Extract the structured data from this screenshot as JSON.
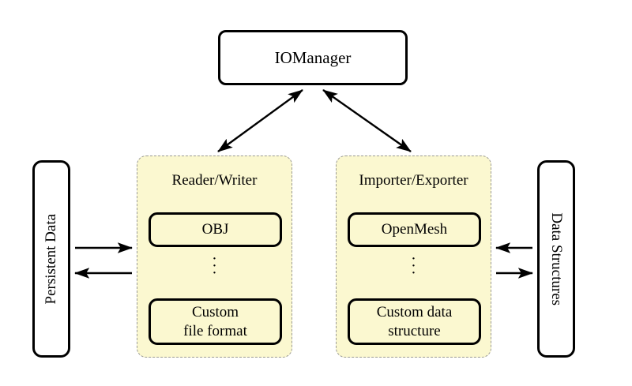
{
  "diagram": {
    "title_node": {
      "label": "IOManager"
    },
    "left_side_node": {
      "label": "Persistent Data"
    },
    "right_side_node": {
      "label": "Data Structures"
    },
    "groups": [
      {
        "name": "reader-writer",
        "title": "Reader/Writer",
        "items": [
          {
            "label": "OBJ"
          },
          {
            "label": "⋮"
          },
          {
            "label_line1": "Custom",
            "label_line2": "file format"
          }
        ]
      },
      {
        "name": "importer-exporter",
        "title": "Importer/Exporter",
        "items": [
          {
            "label": "OpenMesh"
          },
          {
            "label": "⋮"
          },
          {
            "label_line1": "Custom data",
            "label_line2": "structure"
          }
        ]
      }
    ],
    "connectors": [
      {
        "name": "manager-to-reader-writer",
        "style": "double-headed"
      },
      {
        "name": "manager-to-importer-exporter",
        "style": "double-headed"
      },
      {
        "name": "persistent-data-to-reader-writer",
        "style": "single-headed-right"
      },
      {
        "name": "reader-writer-to-persistent-data",
        "style": "single-headed-left"
      },
      {
        "name": "data-structures-to-importer-exporter",
        "style": "single-headed-left"
      },
      {
        "name": "importer-exporter-to-data-structures",
        "style": "single-headed-right"
      }
    ],
    "colors": {
      "group_fill": "#FBF8D0",
      "group_border": "#9A9A93",
      "node_border": "#000000",
      "background": "#FFFFFF"
    }
  }
}
